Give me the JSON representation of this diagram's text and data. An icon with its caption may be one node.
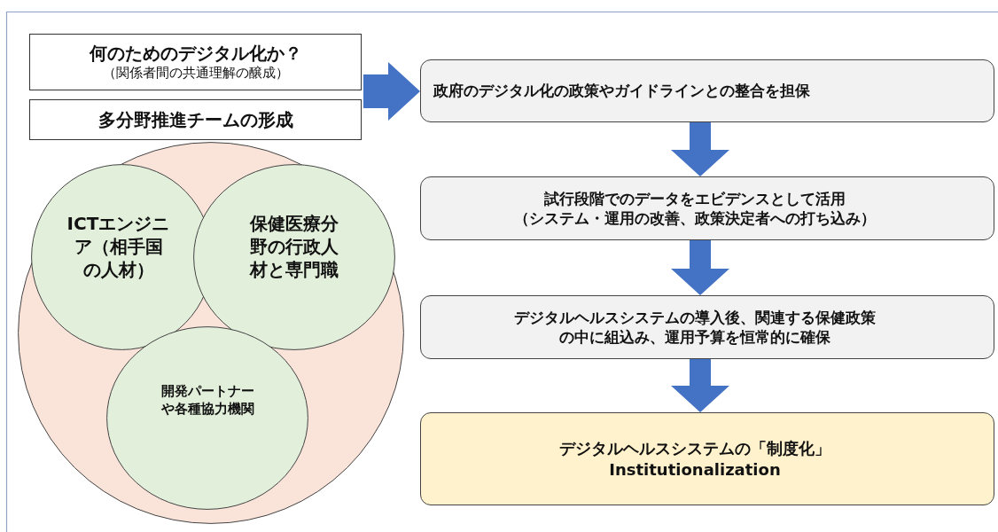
{
  "diagram": {
    "nodes": [
      {
        "text": [
          "何のためのデジタル化か？",
          "（関係者間の共通理解の醸成）"
        ]
      },
      {
        "text": [
          "多分野推進チームの形成"
        ]
      },
      {
        "text": [],
        "shape": "circle"
      },
      {
        "text": [
          "ICTエンジニア（相手国の人材）"
        ],
        "in": 2
      },
      {
        "text": [
          "保健医療分野の行政人材と専門職"
        ],
        "in": 2
      },
      {
        "text": [
          "開発パートナーや各種協力機関"
        ],
        "in": 2
      },
      {
        "text": [
          "政府のデジタル化の政策やガイドラインとの整合を担保"
        ]
      },
      {
        "text": [
          "試行段階でのデータをエビデンスとして活用",
          "（システム・運用の改善、政策決定者への打ち込み）"
        ]
      },
      {
        "text": [
          "デジタルヘルスシステムの導入後、関連する保健政策の中に組込み、運用予算を恒常的に確保"
        ]
      },
      {
        "text": [
          "デジタルヘルスシステムの「制度化」",
          "Institutionalization"
        ]
      }
    ],
    "edges": [
      {
        "from": 0,
        "to": 6,
        "arrow": "to"
      },
      {
        "from": 1,
        "to": 6,
        "arrow": "to"
      },
      {
        "from": 6,
        "to": 7,
        "arrow": "to"
      },
      {
        "from": 7,
        "to": 8,
        "arrow": "to"
      },
      {
        "from": 8,
        "to": 9,
        "arrow": "to"
      }
    ]
  }
}
